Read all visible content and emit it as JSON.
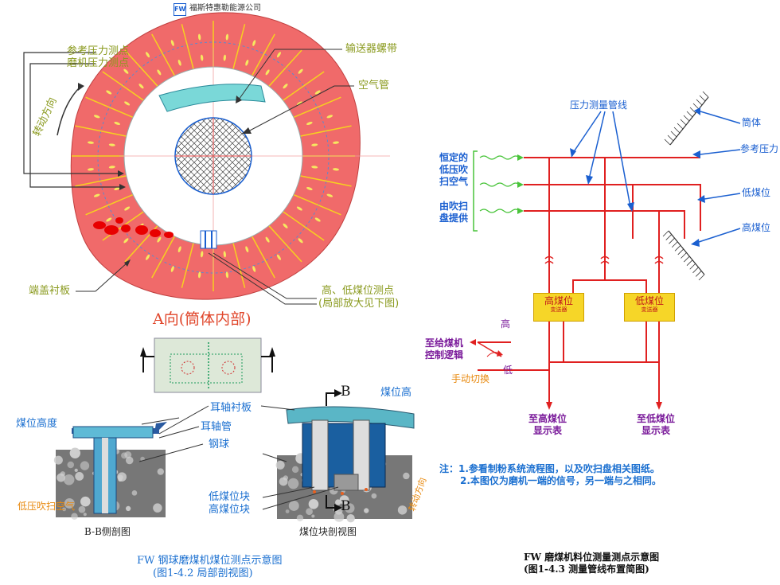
{
  "header": {
    "company": "福斯特惠勒能源公司",
    "logo": "FW"
  },
  "left": {
    "section_a": {
      "labels": {
        "ref_pressure": "参考压力测点",
        "mill_pressure": "磨机压力测点",
        "conveyor_spiral": "输送器螺带",
        "air_pipe": "空气管",
        "rotation": "转动方向",
        "end_cover_liner": "端盖衬板",
        "level_points": "高、低煤位测点",
        "level_points_note": "(局部放大见下图)"
      },
      "title": "A向(筒体内部)"
    },
    "section_b": {
      "labels": {
        "coal_level": "煤位高度",
        "trunnion_liner": "耳轴衬板",
        "trunnion_tube": "耳轴管",
        "steel_ball": "钢球",
        "low_pressure_air": "低压吹扫空气",
        "low_block": "低煤位块",
        "high_block": "高煤位块",
        "coal_level_high": "煤位高",
        "b_marker_1": "B",
        "b_marker_2": "B",
        "side_section": "B-B侧剖图",
        "block_section": "煤位块剖视图",
        "rotation_2": "转动方向"
      }
    },
    "caption": {
      "line1": "FW 钢球磨煤机煤位测点示意图",
      "line2": "(图1-4.2  局部剖视图)"
    }
  },
  "right": {
    "labels": {
      "pressure_lines": "压力测量管线",
      "shell": "筒体",
      "ref_pressure": "参考压力",
      "low_level": "低煤位",
      "high_level": "高煤位",
      "constant_air": [
        "恒定的",
        "低压吹",
        "扫空气"
      ],
      "from_purge": [
        "由吹扫",
        "盘提供"
      ],
      "high_transmitter": "高煤位",
      "high_transmitter_sub": "变送器",
      "low_transmitter": "低煤位",
      "low_transmitter_sub": "变送器",
      "high": "高",
      "low": "低",
      "to_feeder": [
        "至给煤机",
        "控制逻辑"
      ],
      "manual_switch": "手动切换",
      "to_high_display": [
        "至高煤位",
        "显示表"
      ],
      "to_low_display": [
        "至低煤位",
        "显示表"
      ]
    },
    "notes": [
      "注：1.参看制粉系统流程图，以及吹扫盘相关图纸。",
      "2.本图仅为磨机一端的信号，另一端与之相同。"
    ],
    "caption": {
      "line1": "FW 磨煤机料位测量测点示意图",
      "line2": "(图1-4.3  测量管线布置简图)"
    }
  },
  "colors": {
    "ring": "#f06a6a",
    "line_red": "#e02020",
    "arrow_blue": "#1a5fd0",
    "green": "#49c43a",
    "box": "#f6d628"
  }
}
